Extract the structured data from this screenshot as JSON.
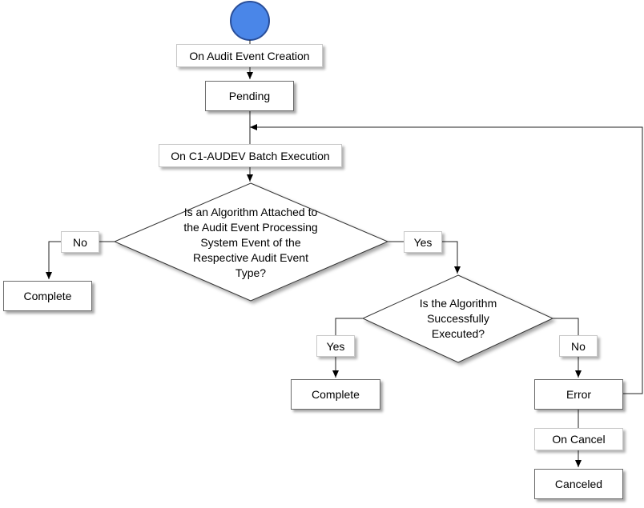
{
  "start": {
    "color": "#4a86e8",
    "stroke": "#2a4f9a"
  },
  "labels": {
    "on_audit_event_creation": "On Audit Event Creation",
    "on_batch_execution": "On C1-AUDEV Batch Execution",
    "no_left": "No",
    "yes_right": "Yes",
    "yes_left": "Yes",
    "no_right": "No",
    "on_cancel": "On Cancel"
  },
  "states": {
    "pending": "Pending",
    "complete_left": "Complete",
    "complete_middle": "Complete",
    "error": "Error",
    "canceled": "Canceled"
  },
  "decisions": {
    "algorithm_attached": "Is an Algorithm Attached to the Audit Event Processing System Event of the Respective Audit Event Type?",
    "algorithm_executed": "Is the Algorithm Successfully Executed?"
  }
}
